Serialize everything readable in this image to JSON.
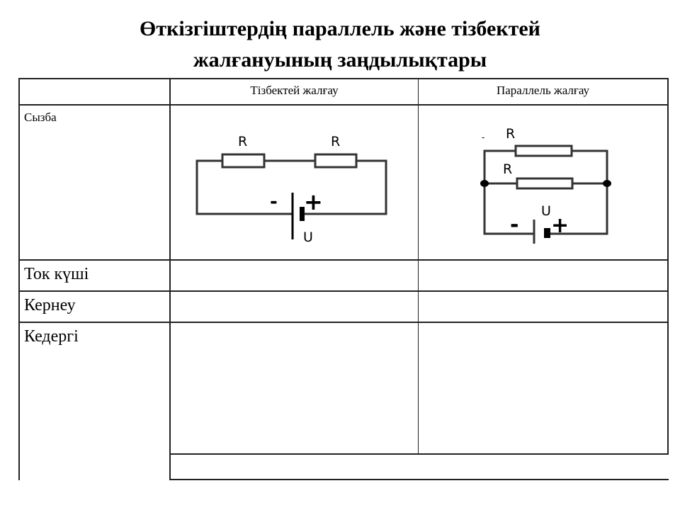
{
  "title": {
    "line1": "Өткізгіштердің параллель және тізбектей",
    "line2": "жалғануының заңдылықтары"
  },
  "table": {
    "headers": [
      "",
      "Тізбектей жалғау",
      "Параллель жалғау"
    ],
    "rows": [
      {
        "label": "Сызба"
      },
      {
        "label": "Ток күші"
      },
      {
        "label": "Кернеу"
      },
      {
        "label": "Кедергі"
      }
    ]
  },
  "series_diagram": {
    "resistor_labels": [
      "R",
      "R"
    ],
    "minus": "-",
    "plus": "+",
    "voltage": "U"
  },
  "parallel_diagram": {
    "resistor_labels": [
      "R",
      "R"
    ],
    "minus": "-",
    "plus": "+",
    "voltage": "U",
    "stray_mark": "-"
  }
}
